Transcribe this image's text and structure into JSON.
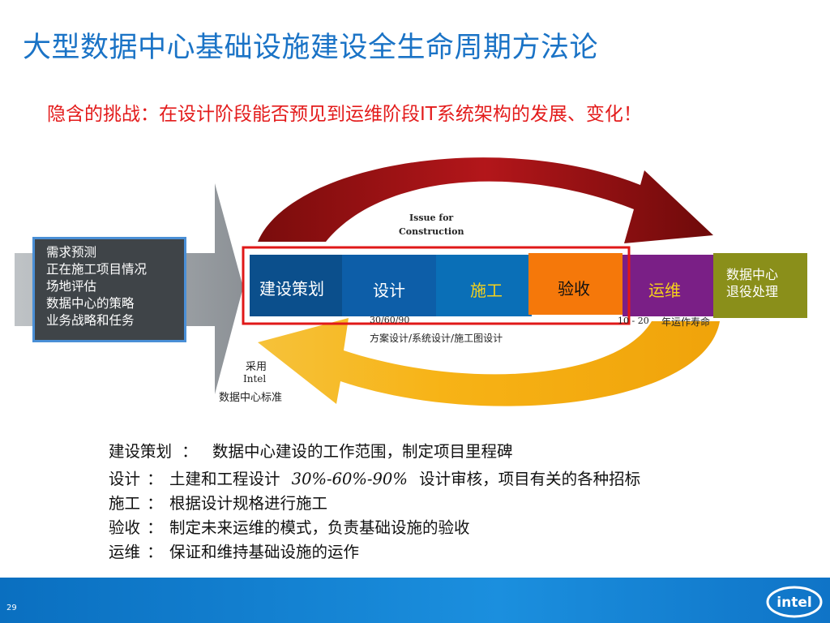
{
  "title": "大型数据中心基础设施建设全生命周期方法论",
  "challenge": "隐含的挑战：在设计阶段能否预见到运维阶段IT系统架构的发展、变化！",
  "diagram": {
    "needs_box": [
      "需求预测",
      "正在施工项目情况",
      "场地评估",
      "数据中心的策略",
      "业务战略和任务"
    ],
    "issue_label": [
      "Issue for",
      "Construction"
    ],
    "stages": [
      {
        "label": "建设策划",
        "color": "#0b4f8c",
        "text_color": "#ffffff"
      },
      {
        "label": "设计",
        "color": "#0d5ea8",
        "text_color": "#ffffff"
      },
      {
        "label": "施工",
        "color": "#0a6fb7",
        "text_color": "#f7d21a"
      },
      {
        "label": "验收",
        "color": "#f5780a",
        "text_color": "#111111"
      },
      {
        "label": "运维",
        "color": "#7a1f86",
        "text_color": "#f7d21a"
      },
      {
        "label": "数据中心\n退役处理",
        "color": "#8a8f1a",
        "text_color": "#ffffff"
      }
    ],
    "design_note_num": "30/60/90",
    "design_note_text": "方案设计/系统设计/施工图设计",
    "lifetime_num": "10 - 20",
    "lifetime_text": "年运作寿命",
    "adopt_label": [
      "采用",
      "Intel",
      "数据中心标准"
    ]
  },
  "description": [
    {
      "term": "建设策划",
      "sep": "：",
      "text": "数据中心建设的工作范围，制定项目里程碑"
    },
    {
      "term": "设计",
      "sep": "：",
      "text_a": "土建和工程设计",
      "num": "30%-60%-90%",
      "text_b": "设计审核，项目有关的各种招标"
    },
    {
      "term": "施工",
      "sep": "：",
      "text": "根据设计规格进行施工"
    },
    {
      "term": "验收",
      "sep": "：",
      "text": "制定未来运维的模式，负责基础设施的验收"
    },
    {
      "term": "运维",
      "sep": "：",
      "text": "保证和维持基础设施的运作"
    }
  ],
  "page_number": "29",
  "logo_text": "intel",
  "colors": {
    "title": "#1a73c6",
    "challenge": "#e31b1b",
    "footer": "#0a6fc0",
    "highlight_frame": "#e01818"
  }
}
